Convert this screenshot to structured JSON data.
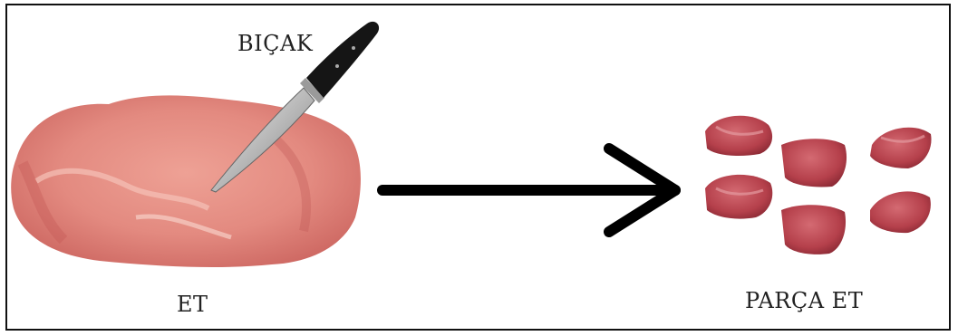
{
  "labels": {
    "knife": "BIÇAK",
    "meat": "ET",
    "pieces": "PARÇA ET"
  },
  "icons": {
    "knife": "kitchen-knife-icon",
    "meat": "raw-meat-slab-icon",
    "pieces": "meat-chunk-icon",
    "arrow": "right-arrow-icon"
  },
  "colors": {
    "meat_light": "#e9998e",
    "meat_dark": "#c65a55",
    "chunk_red": "#b8404a",
    "arrow": "#000000"
  },
  "pieces_count": 6
}
